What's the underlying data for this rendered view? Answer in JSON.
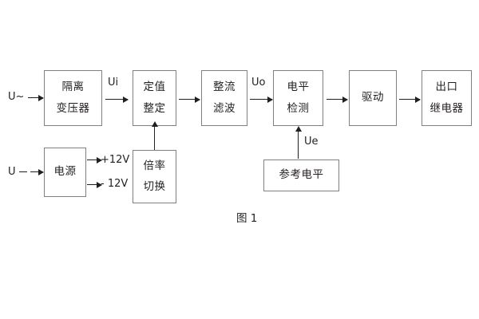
{
  "figure": {
    "caption": "图 1",
    "blocks": {
      "isolation_transformer": {
        "line1": "隔离",
        "line2": "变压器"
      },
      "setting_value": {
        "line1": "定值",
        "line2": "整定"
      },
      "rectify_filter": {
        "line1": "整流",
        "line2": "滤波"
      },
      "level_detect": {
        "line1": "电平",
        "line2": "检测"
      },
      "drive": {
        "line1": "驱动"
      },
      "output_relay": {
        "line1": "出口",
        "line2": "继电器"
      },
      "power_supply": {
        "line1": "电源"
      },
      "multiplier_switch": {
        "line1": "倍率",
        "line2": "切换"
      },
      "reference_level": {
        "line1": "参考电平"
      }
    },
    "signals": {
      "input_ac": "U~",
      "input_dc": "U",
      "ui": "Ui",
      "uo": "Uo",
      "ue": "Ue",
      "supply_pos": "+12V",
      "supply_neg": "- 12V"
    },
    "colors": {
      "box_border": "#808080",
      "text": "#231f20",
      "background": "#ffffff"
    }
  }
}
